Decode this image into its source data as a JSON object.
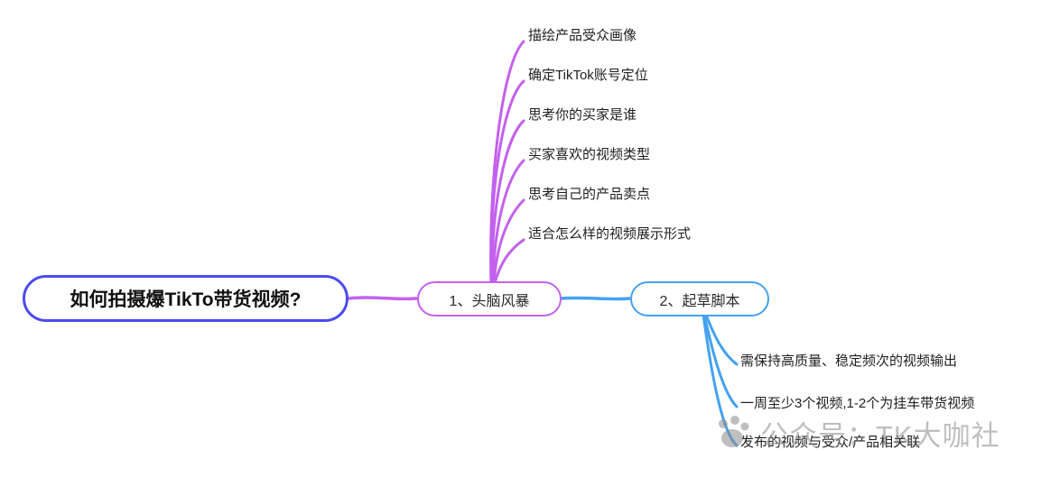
{
  "root": {
    "label": "如何拍摄爆TikTo带货视频?"
  },
  "nodes": [
    {
      "id": "brainstorm",
      "label": "1、头脑风暴"
    },
    {
      "id": "script",
      "label": "2、起草脚本"
    }
  ],
  "branches": {
    "brainstorm": [
      "描绘产品受众画像",
      "确定TikTok账号定位",
      "思考你的买家是谁",
      "买家喜欢的视频类型",
      "思考自己的产品卖点",
      "适合怎么样的视频展示形式"
    ],
    "script": [
      "需保持高质量、稳定频次的视频输出",
      "一周至少3个视频,1-2个为挂车带货视频",
      "发布的视频与受众/产品相关联"
    ]
  },
  "watermark": {
    "text": "公众号：TK大咖社"
  },
  "colors": {
    "root_border": "#4b4af0",
    "brainstorm_branch": "#c361ef",
    "script_branch": "#45a2f0",
    "label_text": "#1f1f1f",
    "watermark": "#8c8c8c",
    "background": "#ffffff"
  }
}
